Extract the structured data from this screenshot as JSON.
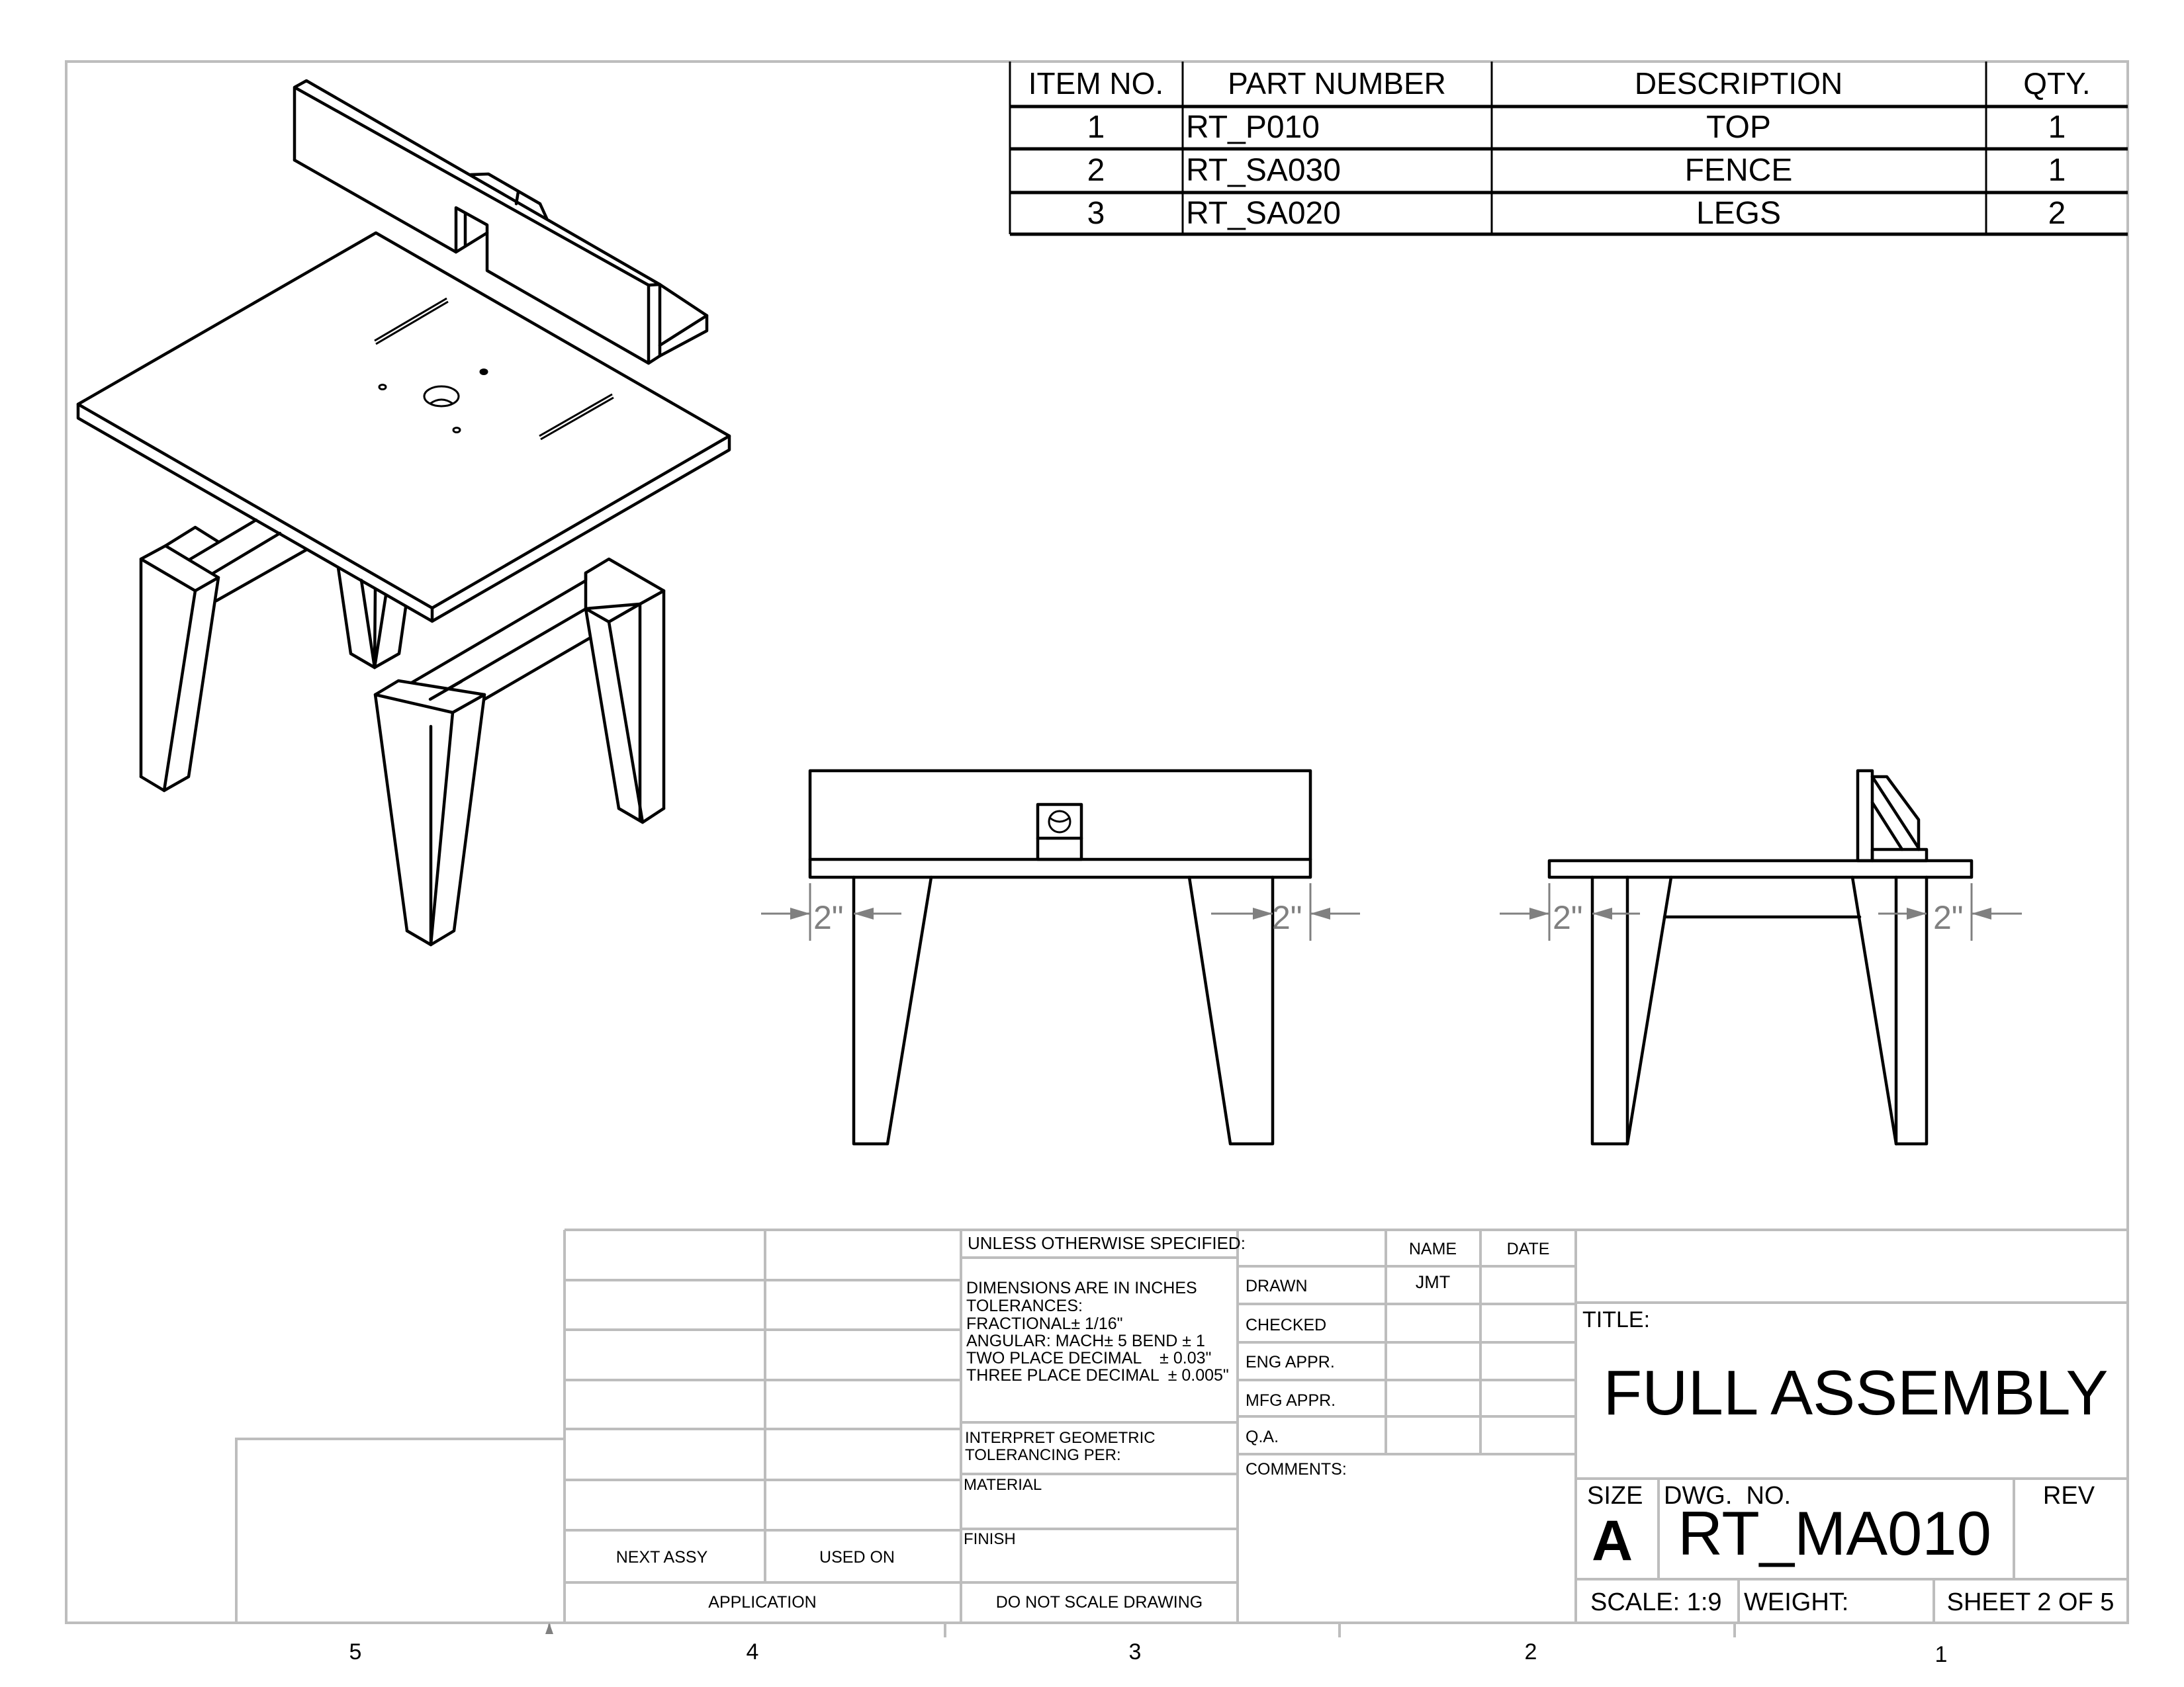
{
  "bom": {
    "headers": [
      "ITEM NO.",
      "PART NUMBER",
      "DESCRIPTION",
      "QTY."
    ],
    "rows": [
      {
        "item": "1",
        "part": "RT_P010",
        "description": "TOP",
        "qty": "1"
      },
      {
        "item": "2",
        "part": "RT_SA030",
        "description": "FENCE",
        "qty": "1"
      },
      {
        "item": "3",
        "part": "RT_SA020",
        "description": "LEGS",
        "qty": "2"
      }
    ]
  },
  "dimensions": {
    "front_left": "2\"",
    "front_right": "2\"",
    "side_left": "2\"",
    "side_right": "2\""
  },
  "title_block": {
    "unless_specified": "UNLESS OTHERWISE SPECIFIED:",
    "tolerances": [
      "DIMENSIONS ARE IN INCHES",
      "TOLERANCES:",
      "FRACTIONAL± 1/16\"",
      "ANGULAR: MACH±  5  BEND ± 1",
      "TWO PLACE DECIMAL    ± 0.03\"",
      "THREE PLACE DECIMAL  ± 0.005\""
    ],
    "interpret": [
      "INTERPRET GEOMETRIC",
      "TOLERANCING PER:"
    ],
    "material_label": "MATERIAL",
    "finish_label": "FINISH",
    "do_not_scale": "DO NOT SCALE DRAWING",
    "next_assy": "NEXT ASSY",
    "used_on": "USED ON",
    "application": "APPLICATION",
    "name_header": "NAME",
    "date_header": "DATE",
    "approvals": [
      {
        "role": "DRAWN",
        "name": "JMT",
        "date": ""
      },
      {
        "role": "CHECKED",
        "name": "",
        "date": ""
      },
      {
        "role": "ENG APPR.",
        "name": "",
        "date": ""
      },
      {
        "role": "MFG APPR.",
        "name": "",
        "date": ""
      },
      {
        "role": "Q.A.",
        "name": "",
        "date": ""
      }
    ],
    "comments_label": "COMMENTS:",
    "title_label": "TITLE:",
    "title": "FULL ASSEMBLY",
    "size_label": "SIZE",
    "size": "A",
    "dwg_no_label": "DWG.  NO.",
    "dwg_no": "RT_MA010",
    "rev_label": "REV",
    "rev": "",
    "scale": "SCALE: 1:9",
    "weight": "WEIGHT:",
    "sheet": "SHEET 2 OF 5"
  },
  "zones": [
    "5",
    "4",
    "3",
    "2",
    "1"
  ],
  "colors": {
    "frame": "#bdbdbd",
    "geometry": "#000000",
    "dimension": "#808080"
  }
}
